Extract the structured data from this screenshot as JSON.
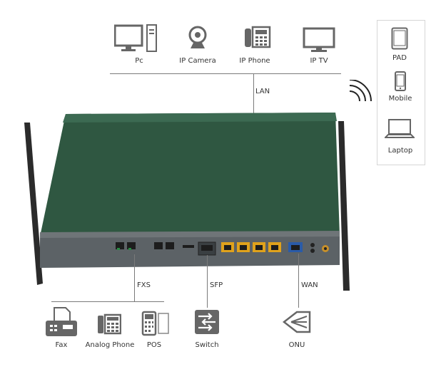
{
  "lan_devices": [
    {
      "label": "Pc",
      "icon": "pc-icon"
    },
    {
      "label": "IP Camera",
      "icon": "ip-camera-icon"
    },
    {
      "label": "IP Phone",
      "icon": "ip-phone-icon"
    },
    {
      "label": "IP TV",
      "icon": "ip-tv-icon"
    }
  ],
  "wireless_devices": [
    {
      "label": "PAD",
      "icon": "tablet-icon"
    },
    {
      "label": "Mobile",
      "icon": "mobile-icon"
    },
    {
      "label": "Laptop",
      "icon": "laptop-icon"
    }
  ],
  "bottom_devices": [
    {
      "label": "Fax",
      "icon": "fax-icon"
    },
    {
      "label": "Analog Phone",
      "icon": "analog-phone-icon"
    },
    {
      "label": "POS",
      "icon": "pos-icon"
    },
    {
      "label": "Switch",
      "icon": "switch-icon"
    },
    {
      "label": "ONU",
      "icon": "onu-icon"
    }
  ],
  "connection_labels": {
    "lan": "LAN",
    "fxs": "FXS",
    "sfp": "SFP",
    "wan": "WAN"
  },
  "colors": {
    "router_body": "#2f5741",
    "router_front": "#5c6266",
    "lan_ports": "#e0a21c",
    "wan_port": "#2a5ba8",
    "line": "#7a7a7a"
  }
}
